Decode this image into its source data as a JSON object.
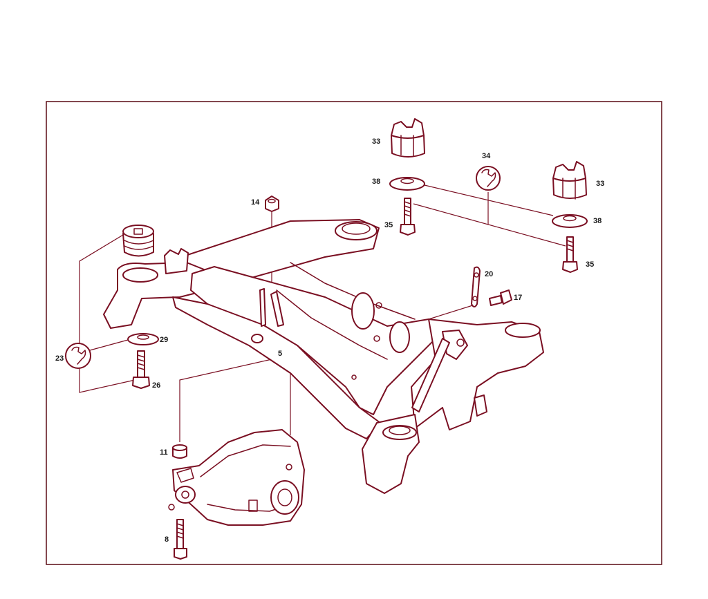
{
  "diagram": {
    "callouts": {
      "c33a": "33",
      "c33b": "33",
      "c34": "34",
      "c38a": "38",
      "c38b": "38",
      "c35a": "35",
      "c35b": "35",
      "c14": "14",
      "c20": "20",
      "c17": "17",
      "c29": "29",
      "c23": "23",
      "c26": "26",
      "c5": "5",
      "c11": "11",
      "c8": "8"
    },
    "colors": {
      "line": "#7a0f22",
      "frame": "#5a0a14",
      "text": "#1a1a1a"
    }
  }
}
